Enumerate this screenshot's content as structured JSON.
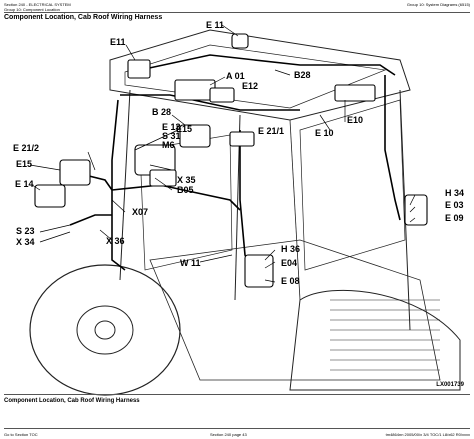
{
  "header": {
    "left_line1": "Section 240 - ELECTRICAL SYSTEM",
    "left_line2": "Group 10: Component Location",
    "right_line1": "Group 10: System Diagrams (6515)",
    "right_line2": "",
    "title": "Component Location, Cab Roof Wiring Harness"
  },
  "diagram": {
    "labels": {
      "E11_top": "E 11",
      "E11": "E11",
      "A01": "A 01",
      "B28_right": "B28",
      "E12": "E12",
      "E10_right": "E10",
      "B28_left": "B 28",
      "E13": "E 13",
      "S31": "S 31",
      "M6": "M6",
      "E15_mid": "E15",
      "E21_1": "E 21/1",
      "E10_mid": "E 10",
      "E21_2": "E 21/2",
      "E15_left": "E15",
      "E14": "E 14",
      "X35": "X 35",
      "B05": "B05",
      "X07": "X07",
      "H34": "H 34",
      "E03": "E 03",
      "E09": "E 09",
      "S23": "S 23",
      "X34": "X 34",
      "X36": "X 36",
      "H36": "H 36",
      "E04": "E04",
      "W11": "W 11",
      "E08": "E 08"
    },
    "image_code": "LX001739"
  },
  "subtitle": "Component Location, Cab Roof Wiring Harness",
  "footer": {
    "left": "Go to Section TOC",
    "center": "Section 240 page 43",
    "right": "tm4864nn 2005/00/x 3/4 TOC/1 L8/x62 R0/xxxx"
  }
}
